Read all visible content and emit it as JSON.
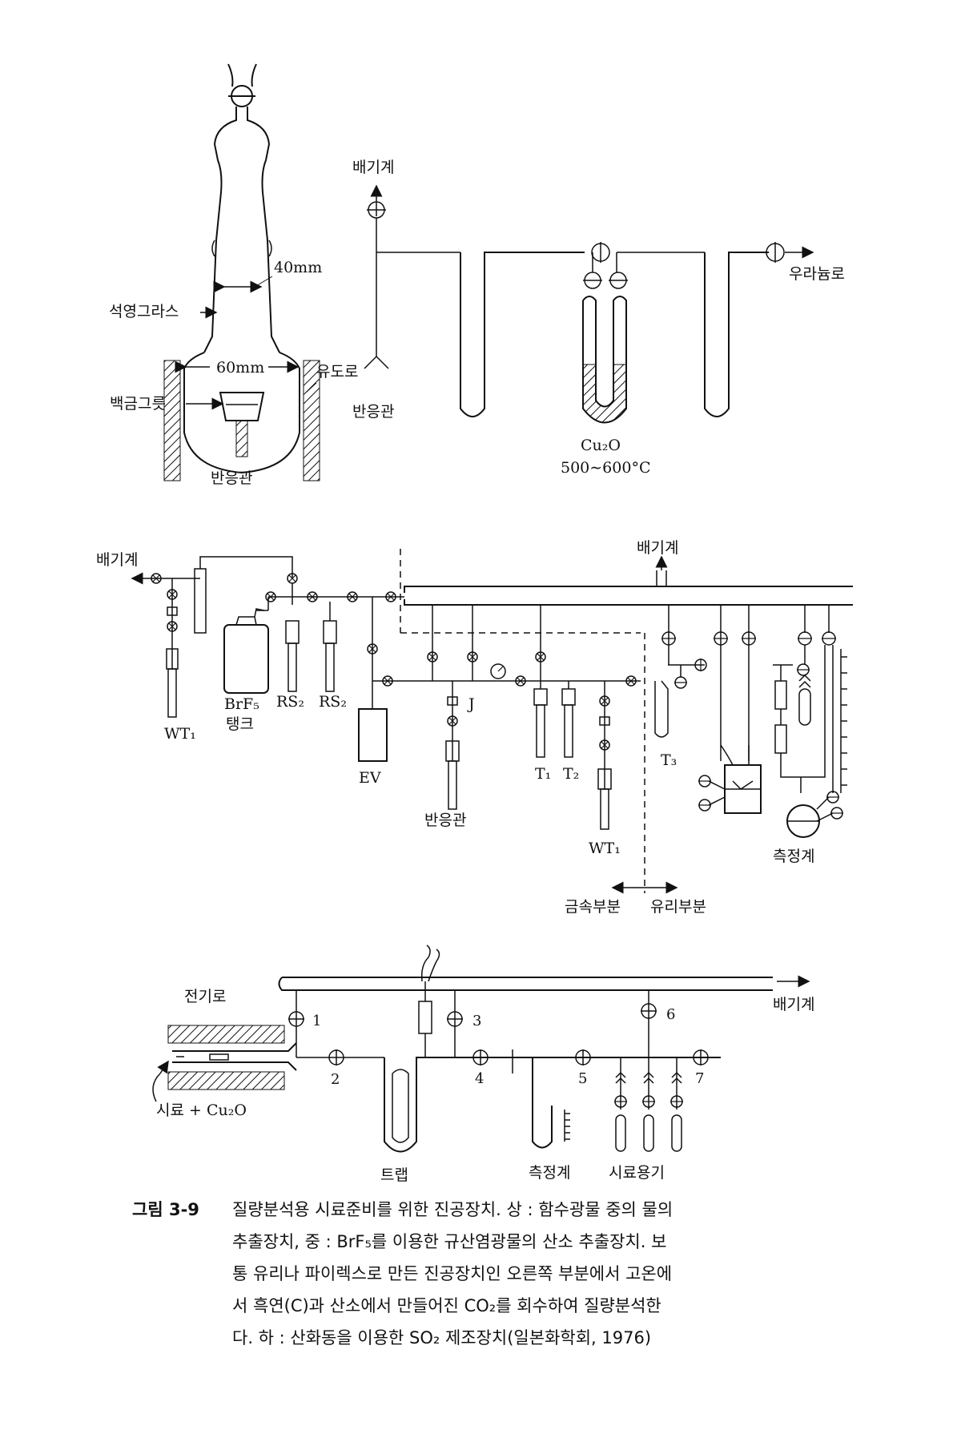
{
  "top": {
    "apparatus": {
      "tube_label": "반응관",
      "quartz_label": "석영그라스",
      "inner_width": "40mm",
      "outer_width": "60mm",
      "furnace_label": "유도로",
      "crucible_label": "백금그릇"
    },
    "line": {
      "exhaust_label": "배기계",
      "inlet_label": "반응관",
      "cuo_label": "Cu₂O",
      "temp_label": "500∼600°C",
      "outlet_label": "우라늄로"
    }
  },
  "middle": {
    "exhaust_left": "배기계",
    "exhaust_top": "배기계",
    "wt1_left": "WT₁",
    "brf5_line1": "BrF₅",
    "brf5_line2": "탱크",
    "rs2_a": "RS₂",
    "rs2_b": "RS₂",
    "ev": "EV",
    "j": "J",
    "reaction_tube": "반응관",
    "t1": "T₁",
    "t2": "T₂",
    "t3": "T₃",
    "wt1_mid": "WT₁",
    "gauge": "측정계",
    "metal_part": "금속부분",
    "glass_part": "유리부분"
  },
  "bottom": {
    "furnace": "전기로",
    "exhaust": "배기계",
    "sample": "시료 + Cu₂O",
    "trap": "트랩",
    "gauge": "측정계",
    "container": "시료용기",
    "valves": [
      "1",
      "2",
      "3",
      "4",
      "5",
      "6",
      "7"
    ]
  },
  "caption": {
    "figure_number": "그림 3-9",
    "lines": [
      "질량분석용 시료준비를 위한 진공장치. 상 : 함수광물 중의 물의",
      "추출장치, 중 : BrF₅를 이용한 규산염광물의 산소 추출장치. 보",
      "통 유리나 파이렉스로 만든 진공장치인 오른쪽 부분에서 고온에",
      "서 흑연(C)과 산소에서 만들어진 CO₂를 회수하여 질량분석한",
      "다. 하 : 산화동을 이용한 SO₂ 제조장치(일본화학회, 1976)"
    ]
  }
}
